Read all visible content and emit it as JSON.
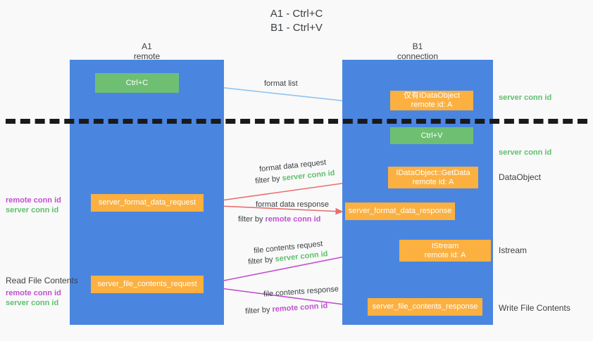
{
  "title": {
    "line1": "A1 - Ctrl+C",
    "line2": "B1 - Ctrl+V"
  },
  "columns": {
    "left": {
      "name": "A1",
      "role": "remote"
    },
    "right": {
      "name": "B1",
      "role": "connection"
    }
  },
  "boxes": {
    "ctrl_c": {
      "label": "Ctrl+C",
      "color": "#6fbf73"
    },
    "idataobject": {
      "line1": "仅有IDataObject",
      "line2": "remote id: A",
      "color": "#fbb040"
    },
    "ctrl_v": {
      "label": "Ctrl+V",
      "color": "#6fbf73"
    },
    "getdata": {
      "line1": "IDataObject::GetData",
      "line2": "remote id: A",
      "color": "#fbb040"
    },
    "format_data_request": {
      "label": "server_format_data_request",
      "color": "#fbb040"
    },
    "format_data_response": {
      "label": "server_format_data_response",
      "color": "#fbb040"
    },
    "istream": {
      "line1": "IStream",
      "line2": "remote id: A",
      "color": "#fbb040"
    },
    "file_contents_request": {
      "label": "server_file_contents_request",
      "color": "#fbb040"
    },
    "file_contents_response": {
      "label": "server_file_contents_response",
      "color": "#fbb040"
    }
  },
  "edge_labels": {
    "format_list": "format list",
    "format_data_request": "format data request",
    "format_data_request_filter_prefix": "filter by ",
    "format_data_request_filter_value": "server conn id",
    "format_data_response": "format data response",
    "format_data_response_filter_prefix": "filter by ",
    "format_data_response_filter_value": "remote conn id",
    "file_contents_request": "file contents request",
    "file_contents_request_filter_prefix": "filter by ",
    "file_contents_request_filter_value": "server conn id",
    "file_contents_response": "file contents response",
    "file_contents_response_filter_prefix": "filter by ",
    "file_contents_response_filter_value": "remote conn id"
  },
  "annotations": {
    "right": {
      "server_conn_id_top": "server conn id",
      "server_conn_id_mid": "server conn id",
      "dataobject": "DataObject",
      "istream": "Istream",
      "write_file_contents": "Write File Contents"
    },
    "left": {
      "remote_conn_id_1": "remote conn id",
      "server_conn_id_1": "server conn id",
      "read_file_contents": "Read File Contents",
      "remote_conn_id_2": "remote conn id",
      "server_conn_id_2": "server conn id"
    }
  },
  "colors": {
    "lane": "#4a86e0",
    "green_box": "#6fbf73",
    "orange_box": "#fbb040",
    "green_text": "#5fbf6d",
    "purple_text": "#c050d0",
    "red_arrow": "#ea6d6d",
    "magenta_arrow": "#c050d0",
    "lightblue_arrow": "#8fc3f0",
    "black_arrow": "#111111",
    "background": "#f9f9f9"
  }
}
